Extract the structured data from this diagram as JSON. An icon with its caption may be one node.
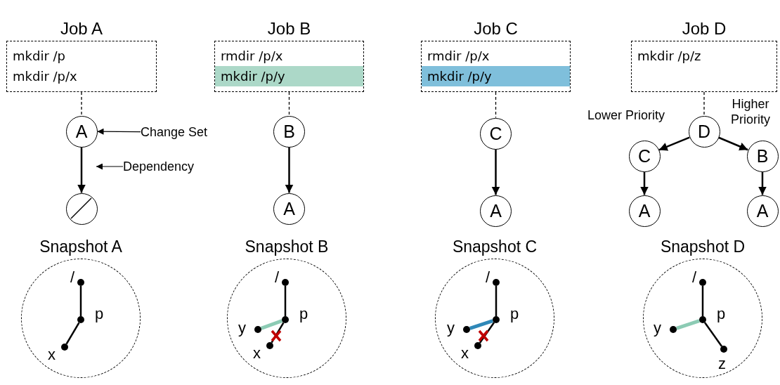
{
  "diagram": {
    "nodes": [
      {
        "text": [
          "Job A",
          "mkdir /p",
          "mkdir /p/x"
        ]
      },
      {
        "text": [
          "A"
        ]
      },
      {
        "text": [
          "Change Set"
        ]
      },
      {
        "text": [
          "Dependency"
        ]
      },
      {
        "text": [],
        "shape": "circle"
      },
      {
        "text": [
          "Job B",
          "rmdir /p/x",
          "mkdir /p/y"
        ]
      },
      {
        "text": [
          "B"
        ]
      },
      {
        "text": [
          "A"
        ]
      },
      {
        "text": [
          "Job C",
          "rmdir /p/x",
          "mkdir /p/y"
        ]
      },
      {
        "text": [
          "C"
        ]
      },
      {
        "text": [
          "A"
        ]
      },
      {
        "text": [
          "Job D",
          "mkdir /p/z"
        ]
      },
      {
        "text": [
          "D"
        ]
      },
      {
        "text": [
          "C"
        ]
      },
      {
        "text": [
          "B"
        ]
      },
      {
        "text": [
          "A"
        ]
      },
      {
        "text": [
          "A"
        ]
      },
      {
        "text": [
          "Snapshot A"
        ]
      },
      {
        "text": [],
        "shape": "circle",
        "beside": [
          "/"
        ],
        "in": 17
      },
      {
        "text": [],
        "shape": "circle",
        "beside": [
          "p"
        ],
        "in": 17
      },
      {
        "text": [],
        "shape": "circle",
        "beside": [
          "x"
        ],
        "in": 17
      },
      {
        "text": [
          "Snapshot B"
        ]
      },
      {
        "text": [],
        "shape": "circle",
        "beside": [
          "/"
        ],
        "in": 21
      },
      {
        "text": [],
        "shape": "circle",
        "beside": [
          "p"
        ],
        "in": 21
      },
      {
        "text": [],
        "shape": "circle",
        "beside": [
          "y"
        ],
        "in": 21
      },
      {
        "text": [],
        "shape": "circle",
        "beside": [
          "x"
        ],
        "in": 21
      },
      {
        "text": [
          "Snapshot C"
        ]
      },
      {
        "text": [],
        "shape": "circle",
        "beside": [
          "/"
        ],
        "in": 26
      },
      {
        "text": [],
        "shape": "circle",
        "beside": [
          "p"
        ],
        "in": 26
      },
      {
        "text": [],
        "shape": "circle",
        "beside": [
          "y"
        ],
        "in": 26
      },
      {
        "text": [],
        "shape": "circle",
        "beside": [
          "x"
        ],
        "in": 26
      },
      {
        "text": [
          "Snapshot D"
        ]
      },
      {
        "text": [],
        "shape": "circle",
        "beside": [
          "/"
        ],
        "in": 31
      },
      {
        "text": [],
        "shape": "circle",
        "beside": [
          "p"
        ],
        "in": 31
      },
      {
        "text": [],
        "shape": "circle",
        "beside": [
          "y"
        ],
        "in": 31
      },
      {
        "text": [],
        "shape": "circle",
        "beside": [
          "z"
        ],
        "in": 31
      }
    ],
    "edges": [
      {
        "from": 0,
        "to": 1,
        "arrow": "none",
        "style": "dashed"
      },
      {
        "from": 2,
        "to": 1,
        "arrow": "to"
      },
      {
        "from": 3,
        "to": null,
        "arrow": "to"
      },
      {
        "from": 1,
        "to": 4,
        "arrow": "to"
      },
      {
        "from": 5,
        "to": 6,
        "arrow": "none",
        "style": "dashed"
      },
      {
        "from": 6,
        "to": 7,
        "arrow": "to"
      },
      {
        "from": 8,
        "to": 9,
        "arrow": "none",
        "style": "dashed"
      },
      {
        "from": 9,
        "to": 10,
        "arrow": "to"
      },
      {
        "from": 11,
        "to": 12,
        "arrow": "none",
        "style": "dashed"
      },
      {
        "from": 12,
        "to": 13,
        "arrow": "to",
        "label": "Lower Priority"
      },
      {
        "from": 12,
        "to": 14,
        "arrow": "to",
        "label": "Higher Priority"
      },
      {
        "from": 13,
        "to": 15,
        "arrow": "to"
      },
      {
        "from": 14,
        "to": 16,
        "arrow": "to"
      },
      {
        "from": 18,
        "to": 19,
        "arrow": "none"
      },
      {
        "from": 19,
        "to": 20,
        "arrow": "none"
      },
      {
        "from": 22,
        "to": 23,
        "arrow": "none"
      },
      {
        "from": 23,
        "to": 24,
        "arrow": "none",
        "style": "thick",
        "color": "#8ccbb4"
      },
      {
        "from": 23,
        "to": 25,
        "arrow": "none"
      },
      {
        "from": 27,
        "to": 28,
        "arrow": "none"
      },
      {
        "from": 28,
        "to": 29,
        "arrow": "none",
        "style": "thick",
        "color": "#2f88b8"
      },
      {
        "from": 28,
        "to": 30,
        "arrow": "none"
      },
      {
        "from": 32,
        "to": 33,
        "arrow": "none"
      },
      {
        "from": 33,
        "to": 34,
        "arrow": "none",
        "style": "thick",
        "color": "#8ccbb4"
      },
      {
        "from": 33,
        "to": 35,
        "arrow": "none"
      }
    ]
  }
}
